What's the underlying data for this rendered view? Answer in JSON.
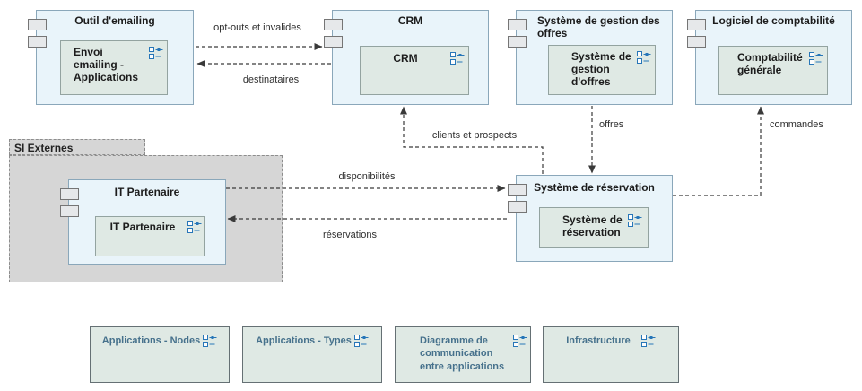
{
  "diagram": {
    "nodes": {
      "emailing": {
        "title": "Outil d'emailing",
        "component": "Envoi emailing - Applications"
      },
      "crm": {
        "title": "CRM",
        "component": "CRM"
      },
      "gestion_offres": {
        "title": "Système de gestion des offres",
        "component": "Système de gestion d'offres"
      },
      "comptabilite": {
        "title": "Logiciel de comptabilité",
        "component": "Comptabilité générale"
      },
      "it_partenaire": {
        "title": "IT Partenaire",
        "component": "IT Partenaire"
      },
      "reservation": {
        "title": "Système de réservation",
        "component": "Système de réservation"
      }
    },
    "group": {
      "label": "SI Externes"
    },
    "flows": [
      {
        "label": "opt-outs et invalides",
        "from": "Outil d'emailing",
        "to": "CRM"
      },
      {
        "label": "destinataires",
        "from": "CRM",
        "to": "Outil d'emailing"
      },
      {
        "label": "clients et prospects",
        "from": "Système de réservation",
        "to": "CRM"
      },
      {
        "label": "offres",
        "from": "Système de gestion des offres",
        "to": "Système de réservation"
      },
      {
        "label": "commandes",
        "from": "Système de réservation",
        "to": "Logiciel de comptabilité"
      },
      {
        "label": "disponibilités",
        "from": "IT Partenaire",
        "to": "Système de réservation"
      },
      {
        "label": "réservations",
        "from": "Système de réservation",
        "to": "IT Partenaire"
      }
    ],
    "views": [
      {
        "label": "Applications - Nodes"
      },
      {
        "label": "Applications - Types"
      },
      {
        "label": "Diagramme de communication entre applications"
      },
      {
        "label": "Infrastructure"
      }
    ],
    "colors": {
      "icon_blue": "#2776b8",
      "node_fill": "#e9f4fa",
      "node_border": "#8aa7ba",
      "component_fill": "#dfe9e4",
      "group_fill": "#d6d6d6",
      "view_text": "#46718c",
      "edge": "#3a3a3a"
    },
    "icon_name": "application-component-icon"
  }
}
